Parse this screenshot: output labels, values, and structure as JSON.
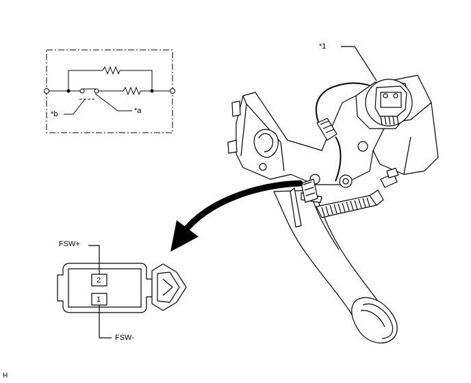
{
  "labels": {
    "callout_1": "*1",
    "callout_a": "*a",
    "callout_b": "*b",
    "fsw_plus": "FSW+",
    "fsw_minus": "FSW-",
    "pin_2": "2",
    "pin_1": "1",
    "corner_code": "H"
  }
}
